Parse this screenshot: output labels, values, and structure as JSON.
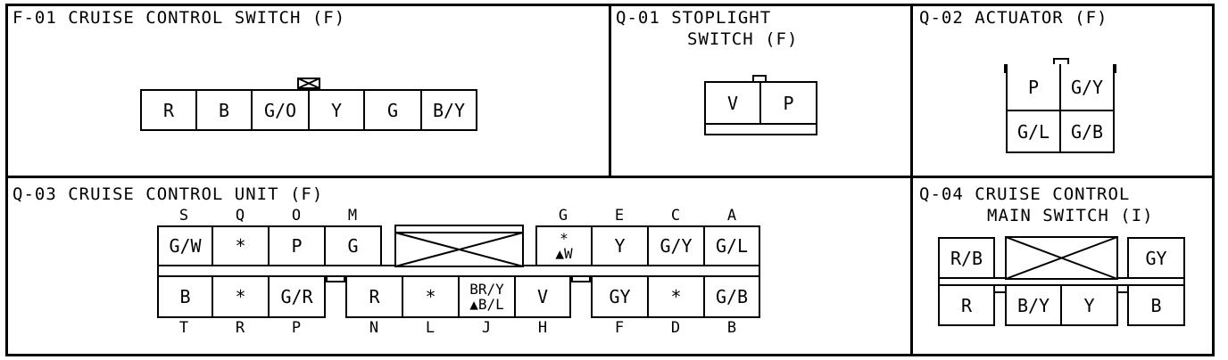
{
  "f01": {
    "title": "F-01 CRUISE CONTROL SWITCH (F)",
    "cells": [
      "R",
      "B",
      "G/O",
      "Y",
      "G",
      "B/Y"
    ]
  },
  "q01": {
    "title_line1": "Q-01 STOPLIGHT",
    "title_line2": "SWITCH (F)",
    "cells": [
      "V",
      "P"
    ]
  },
  "q02": {
    "title": "Q-02 ACTUATOR (F)",
    "cells": [
      "P",
      "G/Y",
      "G/L",
      "G/B"
    ]
  },
  "q03": {
    "title": "Q-03 CRUISE CONTROL UNIT (F)",
    "top_pins_left": [
      "S",
      "Q",
      "O",
      "M"
    ],
    "top_cells_left": [
      "G/W",
      "*",
      "P",
      "G"
    ],
    "top_pins_right": [
      "G",
      "E",
      "C",
      "A"
    ],
    "top_cells_right": [
      {
        "line1": "*",
        "line2": "▲W"
      },
      {
        "line1": "Y",
        "line2": ""
      },
      {
        "line1": "G/Y",
        "line2": ""
      },
      {
        "line1": "G/L",
        "line2": ""
      }
    ],
    "bottom_cells_left": [
      "B",
      "*",
      "G/R"
    ],
    "bottom_cells_mid": [
      {
        "line1": "R",
        "line2": ""
      },
      {
        "line1": "*",
        "line2": ""
      },
      {
        "line1": "BR/Y",
        "line2": "▲B/L"
      },
      {
        "line1": "V",
        "line2": ""
      }
    ],
    "bottom_cells_right": [
      "GY",
      "*",
      "G/B"
    ],
    "bottom_pins_left": [
      "T",
      "R",
      "P"
    ],
    "bottom_pins_mid": [
      "N",
      "L",
      "J",
      "H"
    ],
    "bottom_pins_right": [
      "F",
      "D",
      "B"
    ]
  },
  "q04": {
    "title_line1": "Q-04 CRUISE CONTROL",
    "title_line2": "MAIN SWITCH (I)",
    "top_cells": [
      "R/B",
      "GY"
    ],
    "bottom_cells": [
      "R",
      "B/Y",
      "Y",
      "B"
    ]
  }
}
